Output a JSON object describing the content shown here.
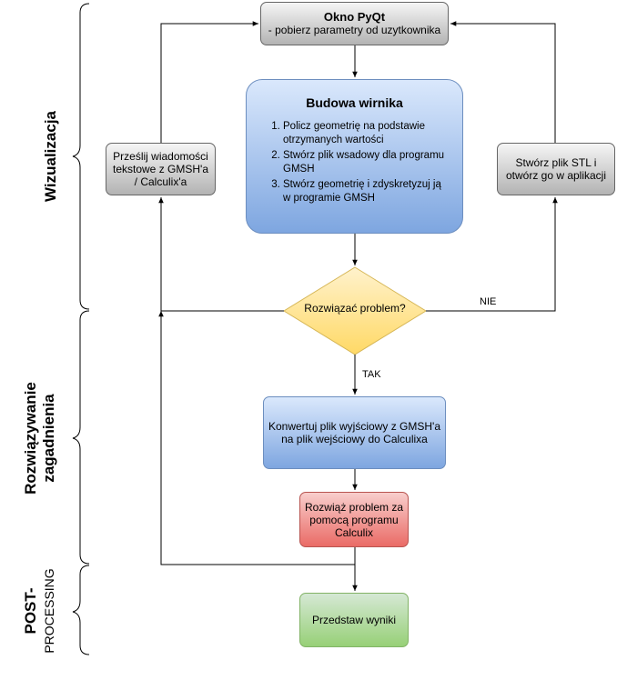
{
  "sections": {
    "visualization": "Wizualizacja",
    "solving_line1": "Rozwiązywanie",
    "solving_line2": "zagadnienia",
    "post_line1": "POST-",
    "post_line2": "PROCESSING"
  },
  "nodes": {
    "pyqt_title": "Okno PyQt",
    "pyqt_subtitle": "- pobierz parametry od uzytkownika",
    "build_title": "Budowa wirnika",
    "build_steps": [
      "Policz geometrię na podstawie otrzymanych wartości",
      "Stwórz plik wsadowy dla programu GMSH",
      "Stwórz geometrię i zdyskretyzuj ją w programie GMSH"
    ],
    "send_message": "Prześlij wiadomości tekstowe z GMSH'a / Calculix'a",
    "stl": "Stwórz plik STL i otwórz go w aplikacji",
    "decision": "Rozwiązać problem?",
    "convert": "Konwertuj plik wyjściowy z GMSH'a na plik wejściowy do Calculixa",
    "solve": "Rozwiąż problem za pomocą programu Calculix",
    "results": "Przedstaw wyniki"
  },
  "edge_labels": {
    "yes": "TAK",
    "no": "NIE"
  },
  "colors": {
    "grey_box": "#f5f5f5",
    "blue_box": "#dae8fc",
    "decision": "#ffd966",
    "red_box": "#f8cecc",
    "green_box": "#d5e8d4",
    "line": "#000000"
  }
}
